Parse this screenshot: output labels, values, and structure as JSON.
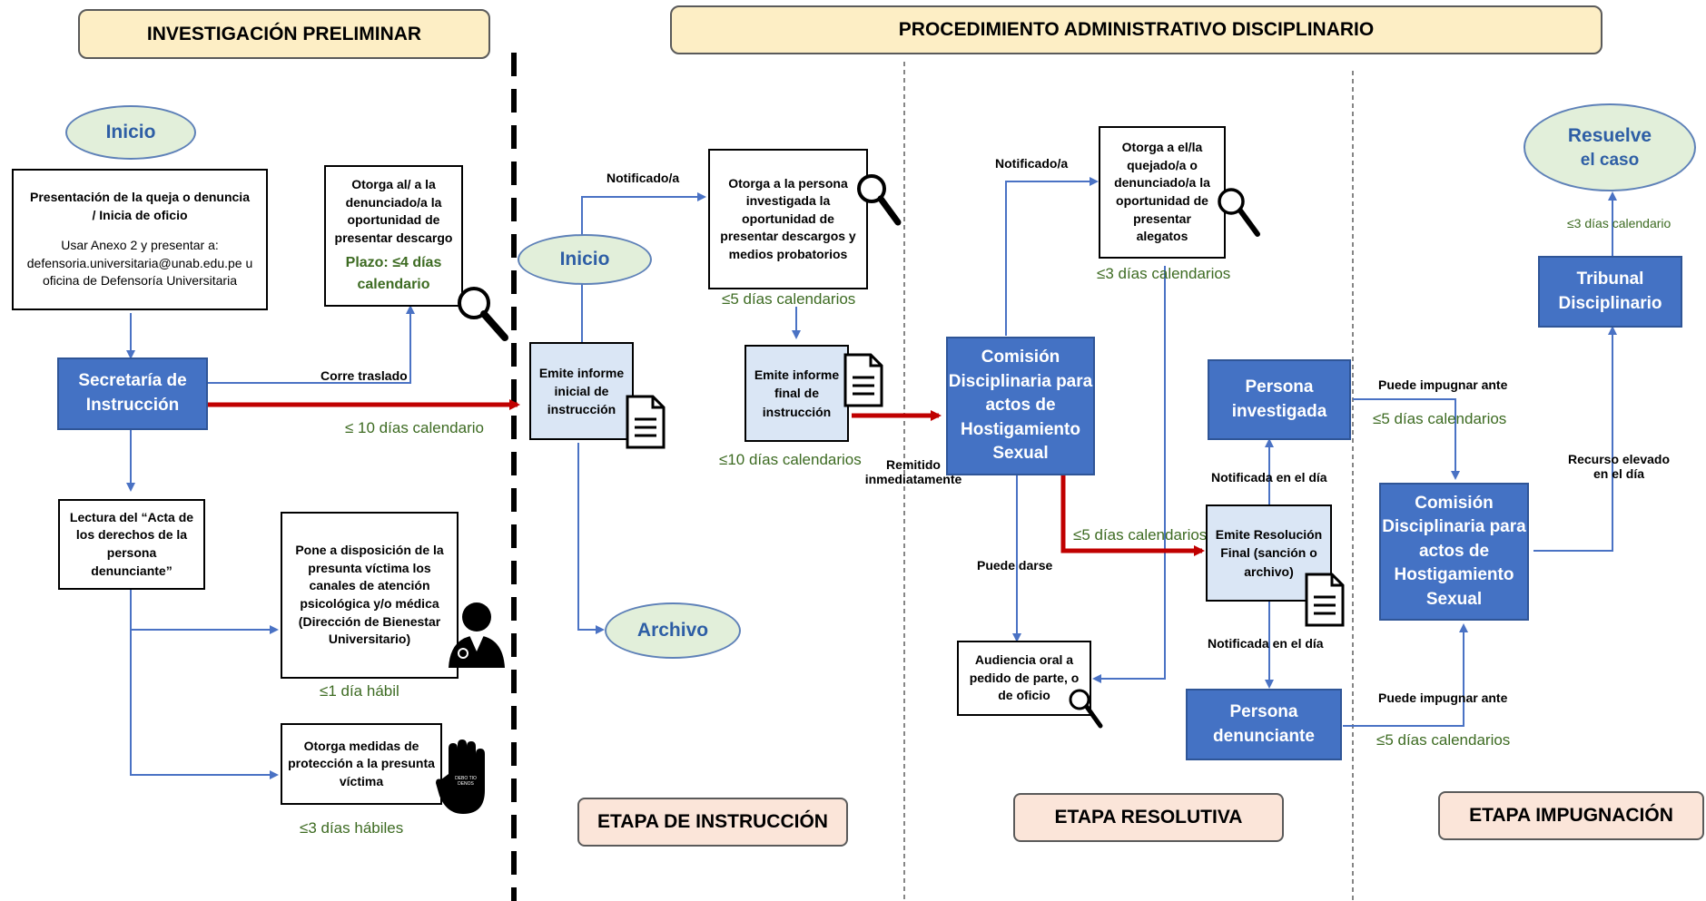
{
  "headers": {
    "left": "INVESTIGACIÓN PRELIMINAR",
    "right": "PROCEDIMIENTO ADMINISTRATIVO DISCIPLINARIO"
  },
  "stages": {
    "instruccion": "ETAPA DE INSTRUCCIÓN",
    "resolutiva": "ETAPA RESOLUTIVA",
    "impugnacion": "ETAPA IMPUGNACIÓN"
  },
  "prelim": {
    "inicio": "Inicio",
    "queja_line1": "Presentación de la queja o denuncia",
    "queja_line2": "/ Inicia de oficio",
    "queja_line3": "Usar Anexo 2 y presentar a:",
    "queja_line4": "defensoria.universitaria@unab.edu.pe u",
    "queja_line5": "oficina de Defensoría Universitaria",
    "secretaria": "Secretaría de Instrucción",
    "descargo_text": "Otorga al/ a la denunciado/a la oportunidad de presentar descargo",
    "descargo_plazo": "Plazo: ≤4 días calendario",
    "corre_traslado": "Corre traslado",
    "diez_dias": "≤ 10 días calendario",
    "lectura": "Lectura del “Acta de los derechos de la persona denunciante”",
    "canales": "Pone a disposición de la presunta víctima los canales de atención psicológica y/o médica (Dirección de Bienestar Universitario)",
    "un_dia": "≤1 día hábil",
    "medidas": "Otorga medidas de protección a la presunta víctima",
    "tres_habiles": "≤3 días hábiles",
    "hand_text": "DEBO TIO DENOS"
  },
  "instruccion": {
    "inicio": "Inicio",
    "informe_inicial": "Emite informe inicial de instrucción",
    "archivo": "Archivo",
    "notificado": "Notificado/a",
    "otorga_descargos": "Otorga a la persona investigada la oportunidad de presentar descargos y medios probatorios",
    "cinco_dias": "≤5 días calendarios",
    "informe_final": "Emite informe final de instrucción",
    "diez_dias": "≤10 días calendarios",
    "remitido": "Remitido inmediatamente"
  },
  "resolutiva": {
    "notificado": "Notificado/a",
    "alegatos": "Otorga a el/la quejado/a o denunciado/a la oportunidad de presentar alegatos",
    "tres_dias": "≤3 días calendarios",
    "comision": "Comisión Disciplinaria para actos de Hostigamiento Sexual",
    "persona_investigada": "Persona investigada",
    "notificada_1": "Notificada en el día",
    "cinco_dias": "≤5 días calendarios",
    "resolucion": "Emite Resolución Final (sanción o archivo)",
    "notificada_2": "Notificada en el día",
    "persona_denunciante": "Persona denunciante",
    "puede_darse": "Puede darse",
    "audiencia": "Audiencia oral a pedido de parte, o de oficio"
  },
  "impugnacion": {
    "resuelve_l1": "Resuelve",
    "resuelve_l2": "el caso",
    "tres_dias": "≤3 días calendario",
    "tribunal": "Tribunal Disciplinario",
    "recurso": "Recurso elevado en el día",
    "puede_impugnar_1": "Puede impugnar ante",
    "cinco_dias_1": "≤5 días calendarios",
    "comision": "Comisión Disciplinaria para actos de Hostigamiento Sexual",
    "puede_impugnar_2": "Puede impugnar ante",
    "cinco_dias_2": "≤5 días calendarios"
  },
  "colors": {
    "blue_box": "#4472c4",
    "light_blue_box": "#dae6f5",
    "header_fill": "#fdeec5",
    "stage_fill": "#fbe5d9",
    "oval_fill": "#e2efda",
    "arrow_blue": "#4a72c4",
    "arrow_red": "#c00000",
    "green_text": "#3d6b22"
  },
  "icons": [
    "magnifier-icon",
    "document-icon",
    "doctor-icon",
    "stop-hand-icon"
  ]
}
